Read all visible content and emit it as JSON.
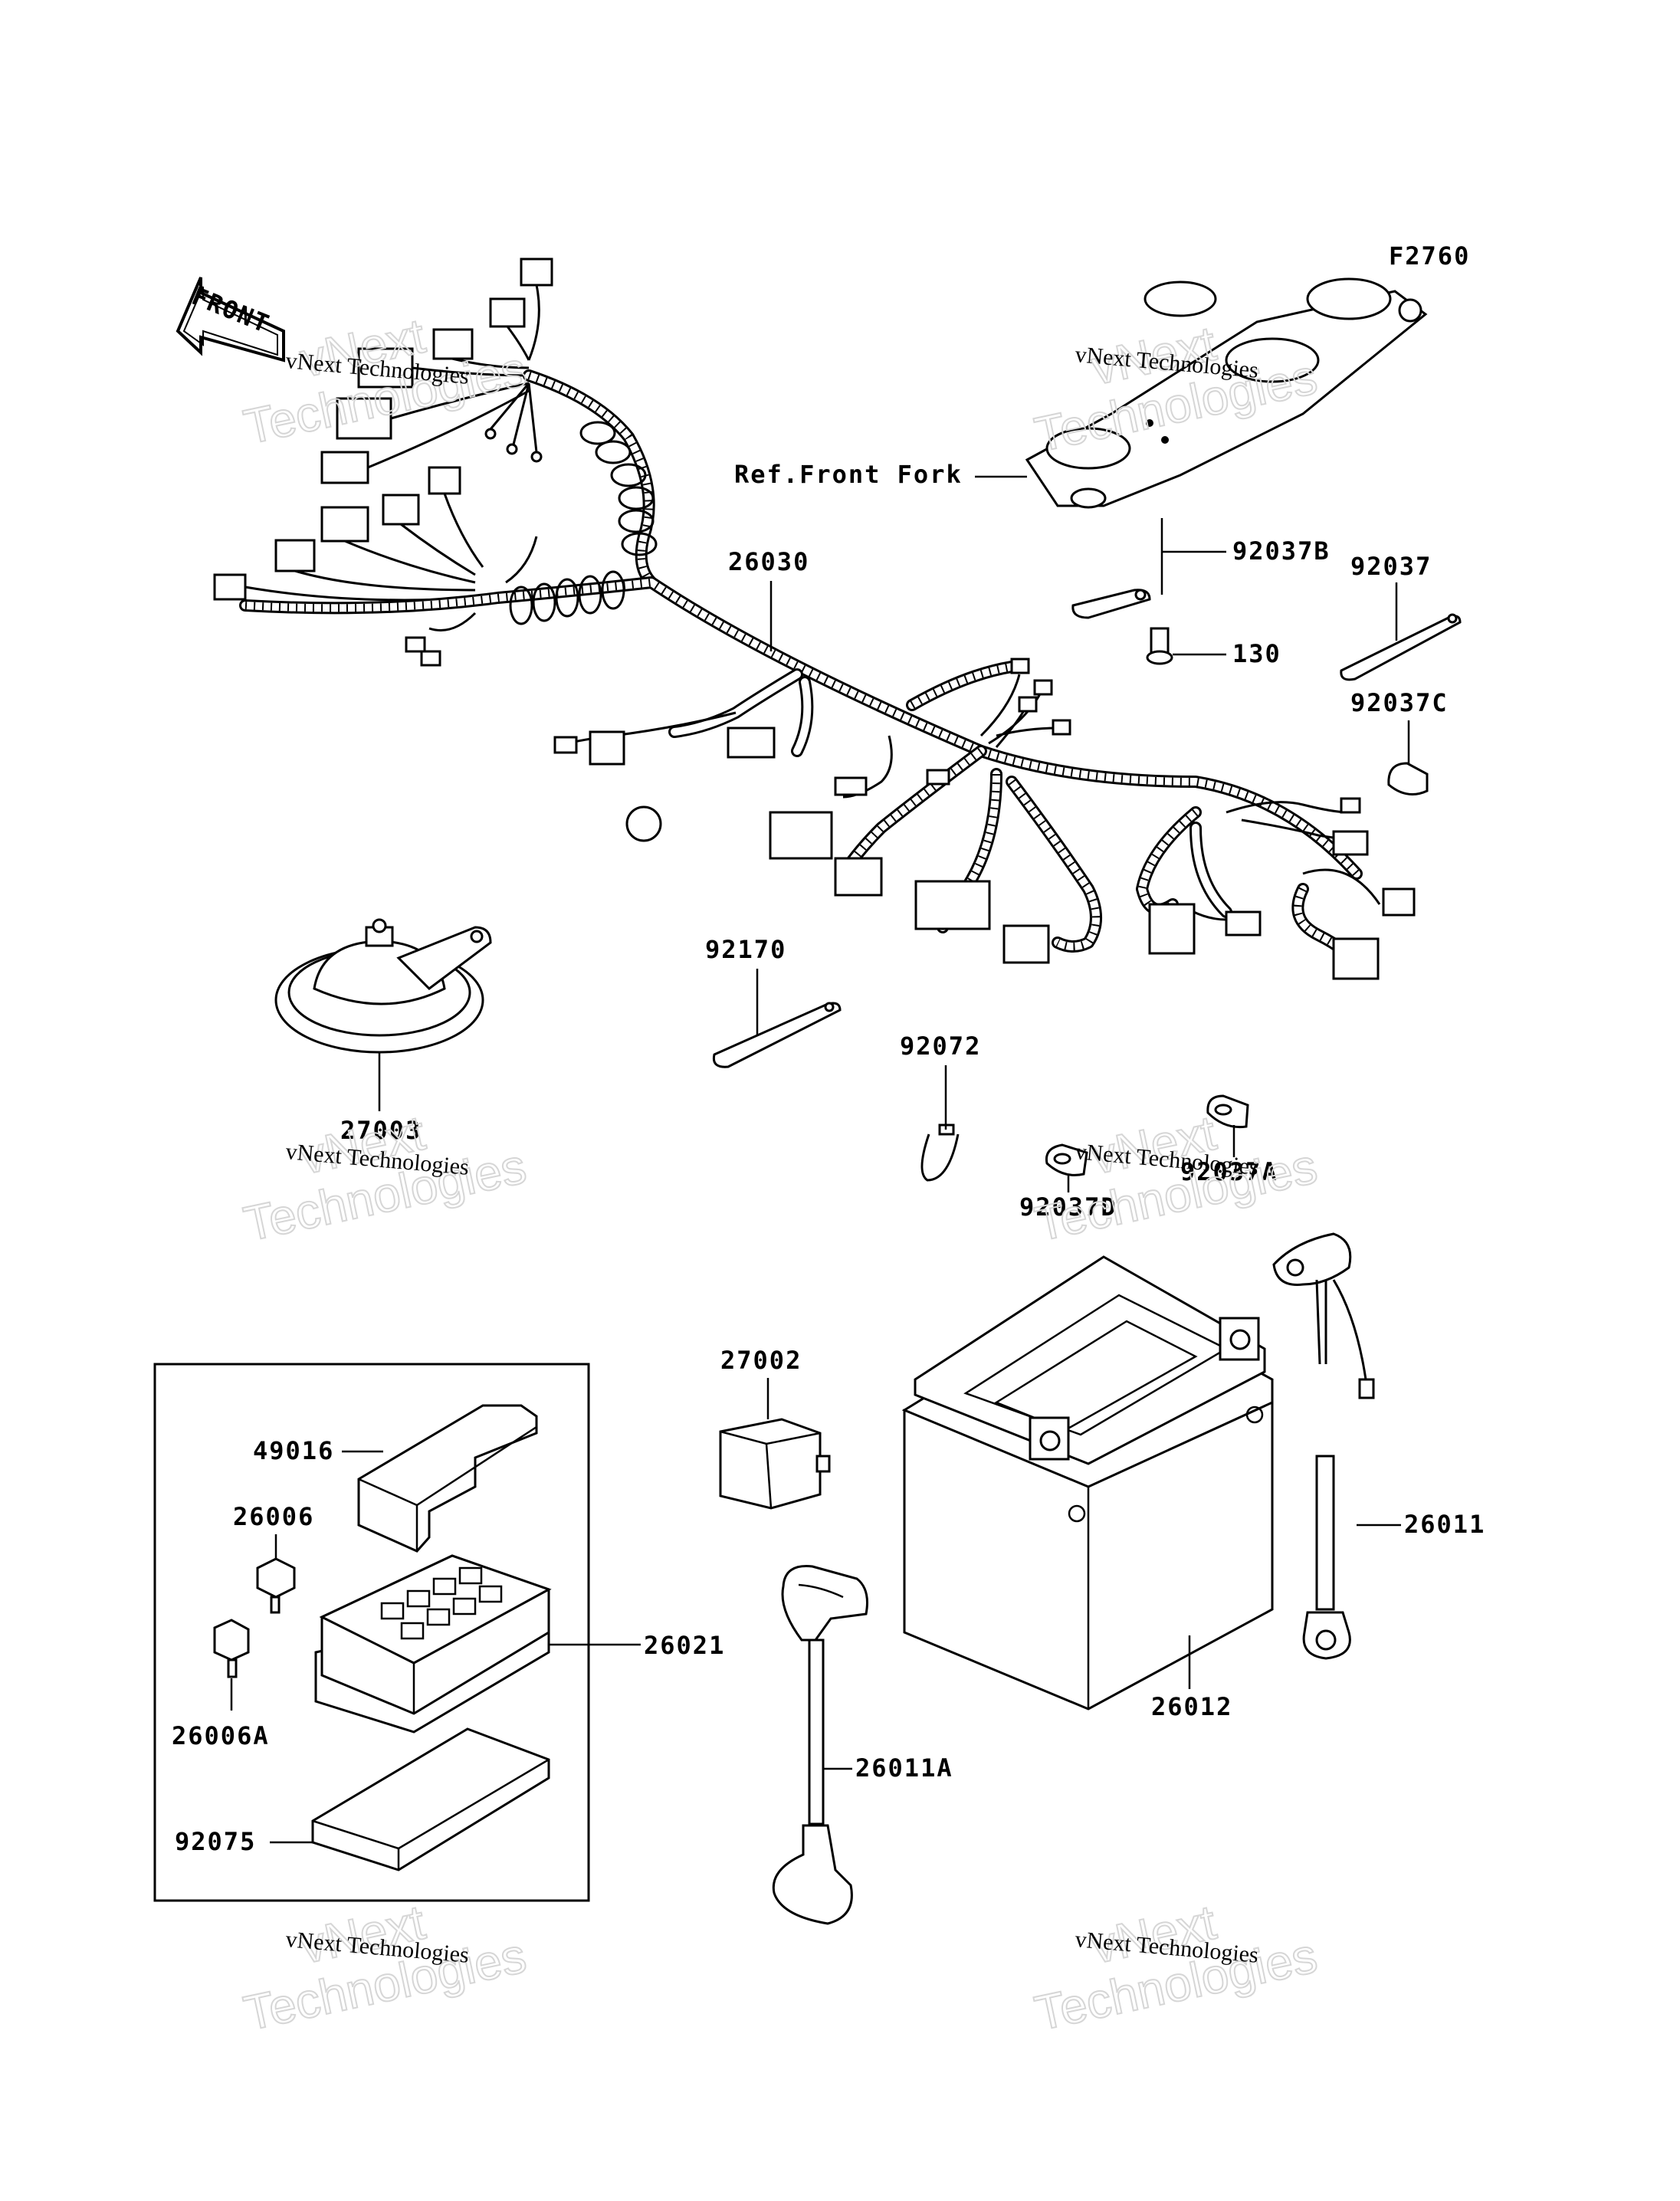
{
  "figure_code": "F2760",
  "front_arrow_label": "FRONT",
  "reference_label": "Ref.Front Fork",
  "watermark": {
    "small": "vNext Technologies",
    "large_line1": "vNext",
    "large_line2": "Technologies"
  },
  "part_labels": {
    "p26030": "26030",
    "p92037B": "92037B",
    "p92037": "92037",
    "p130": "130",
    "p92037C": "92037C",
    "p92170": "92170",
    "p92072": "92072",
    "p27003": "27003",
    "p92037D": "92037D",
    "p92037A": "92037A",
    "p27002": "27002",
    "p49016": "49016",
    "p26006": "26006",
    "p26006A": "26006A",
    "p26021": "26021",
    "p92075": "92075",
    "p26011A": "26011A",
    "p26012": "26012",
    "p26011": "26011"
  }
}
